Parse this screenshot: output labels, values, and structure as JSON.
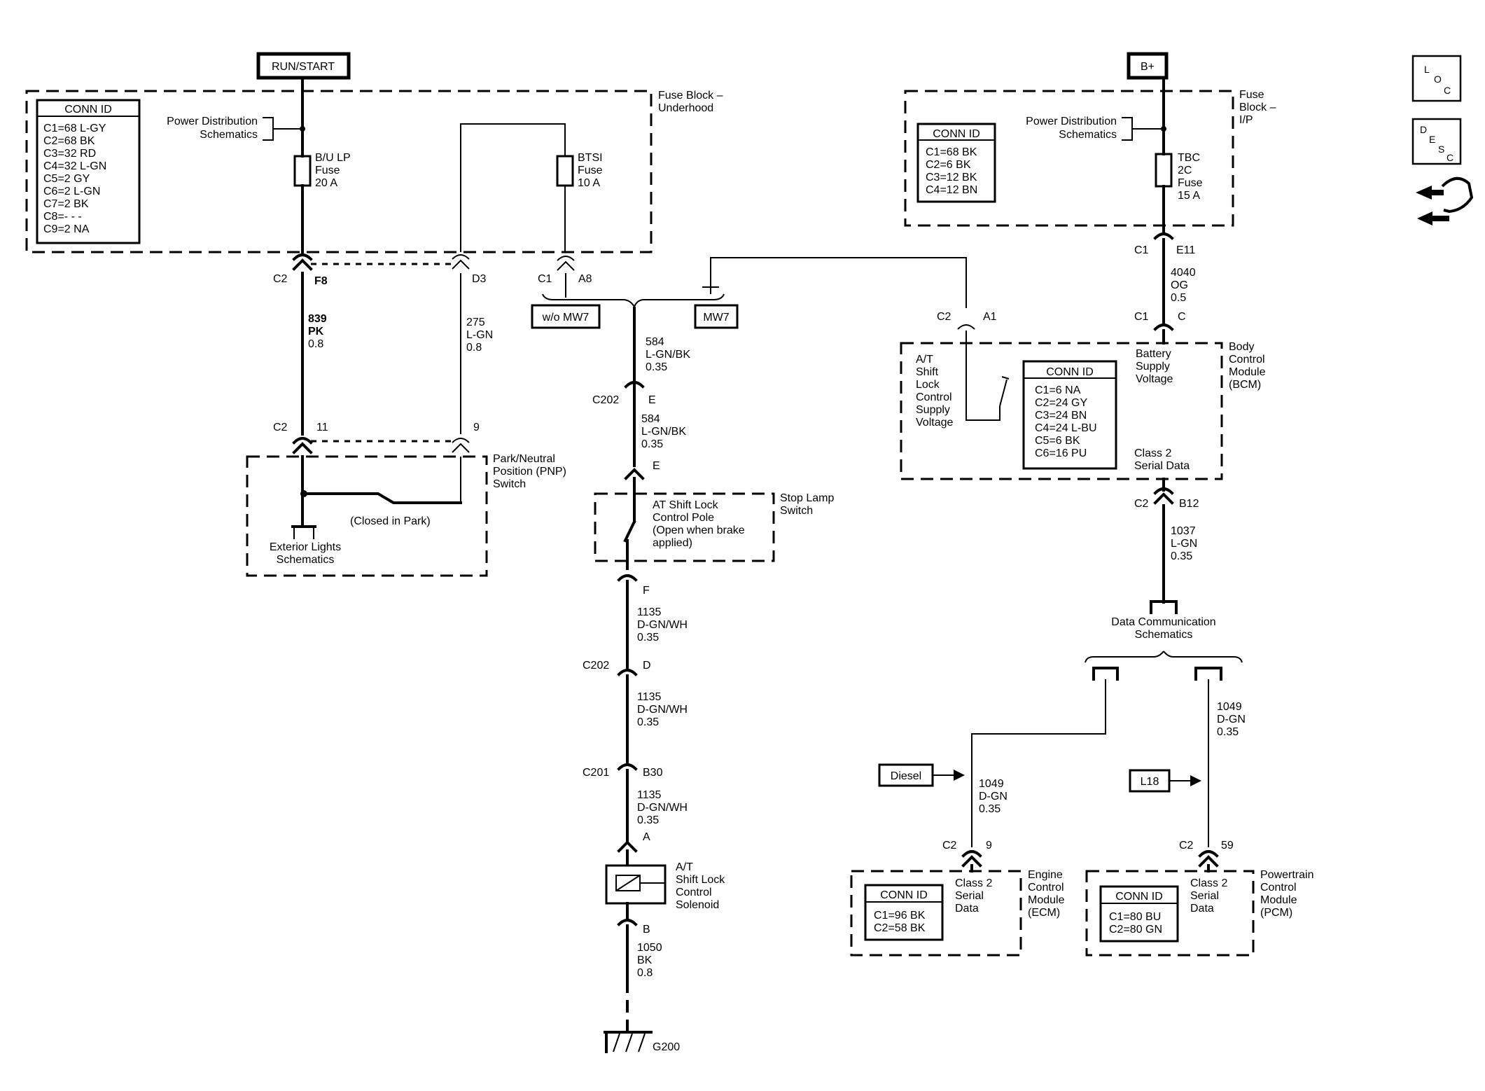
{
  "sources": {
    "run_start": "RUN/START",
    "b_plus": "B+"
  },
  "fuse_block_underhood": {
    "label1": "Fuse Block –",
    "label2": "Underhood",
    "conn_title": "CONN ID",
    "conn": [
      "C1=68 L-GY",
      "C2=68 BK",
      "C3=32 RD",
      "C4=32 L-GN",
      "C5=2 GY",
      "C6=2 L-GN",
      "C7=2 BK",
      "C8=- - -",
      "C9=2 NA"
    ],
    "pd1": "Power Distribution",
    "pd2": "Schematics",
    "fuse1": [
      "B/U LP",
      "Fuse",
      "20 A"
    ],
    "fuse2": [
      "BTSI",
      "Fuse",
      "10 A"
    ]
  },
  "fuse_block_ip": {
    "label": [
      "Fuse",
      "Block –",
      "I/P"
    ],
    "conn_title": "CONN ID",
    "conn": [
      "C1=68 BK",
      "C2=6 BK",
      "C3=12 BK",
      "C4=12 BN"
    ],
    "pd1": "Power Distribution",
    "pd2": "Schematics",
    "fuse": [
      "TBC",
      "2C",
      "Fuse",
      "15 A"
    ]
  },
  "connectors": {
    "c2_f8": [
      "C2",
      "F8"
    ],
    "d3": "D3",
    "c1_a8": [
      "C1",
      "A8"
    ],
    "c2_11": [
      "C2",
      "11"
    ],
    "pin9": "9",
    "c1_e11": [
      "C1",
      "E11"
    ],
    "c1_c": [
      "C1",
      "C"
    ],
    "c2_a1": [
      "C2",
      "A1"
    ],
    "c202_e": [
      "C202",
      "E"
    ],
    "e2": "E",
    "f": "F",
    "c202_d": [
      "C202",
      "D"
    ],
    "c201_b30": [
      "C201",
      "B30"
    ],
    "a": "A",
    "b": "B",
    "c2_b12": [
      "C2",
      "B12"
    ],
    "c2_9": [
      "C2",
      "9"
    ],
    "c2_59": [
      "C2",
      "59"
    ]
  },
  "options": {
    "wo_mw7": "w/o MW7",
    "mw7": "MW7",
    "diesel": "Diesel",
    "l18": "L18"
  },
  "wires": {
    "w839": [
      "839",
      "PK",
      "0.8"
    ],
    "w275": [
      "275",
      "L-GN",
      "0.8"
    ],
    "w584a": [
      "584",
      "L-GN/BK",
      "0.35"
    ],
    "w584b": [
      "584",
      "L-GN/BK",
      "0.35"
    ],
    "w1135a": [
      "1135",
      "D-GN/WH",
      "0.35"
    ],
    "w1135b": [
      "1135",
      "D-GN/WH",
      "0.35"
    ],
    "w1135c": [
      "1135",
      "D-GN/WH",
      "0.35"
    ],
    "w1050": [
      "1050",
      "BK",
      "0.8"
    ],
    "w4040": [
      "4040",
      "OG",
      "0.5"
    ],
    "w1037": [
      "1037",
      "L-GN",
      "0.35"
    ],
    "w1049a": [
      "1049",
      "D-GN",
      "0.35"
    ],
    "w1049b": [
      "1049",
      "D-GN",
      "0.35"
    ]
  },
  "pnp": {
    "label": [
      "Park/Neutral",
      "Position (PNP)",
      "Switch"
    ],
    "closed": "(Closed in Park)",
    "ext": [
      "Exterior Lights",
      "Schematics"
    ]
  },
  "stop_lamp": {
    "label": [
      "Stop Lamp",
      "Switch"
    ],
    "pole": [
      "AT Shift Lock",
      "Control Pole",
      "(Open when brake",
      "applied)"
    ]
  },
  "solenoid": [
    "A/T",
    "Shift Lock",
    "Control",
    "Solenoid"
  ],
  "ground": "G200",
  "bcm": {
    "label": [
      "Body",
      "Control",
      "Module",
      "(BCM)"
    ],
    "shift": [
      "A/T",
      "Shift",
      "Lock",
      "Control",
      "Supply",
      "Voltage"
    ],
    "battery": [
      "Battery",
      "Supply",
      "Voltage"
    ],
    "class2": [
      "Class 2",
      "Serial Data"
    ],
    "conn_title": "CONN ID",
    "conn": [
      "C1=6 NA",
      "C2=24 GY",
      "C3=24 BN",
      "C4=24 L-BU",
      "C5=6 BK",
      "C6=16 PU"
    ]
  },
  "data_comm": [
    "Data Communication",
    "Schematics"
  ],
  "ecm": {
    "label": [
      "Engine",
      "Control",
      "Module",
      "(ECM)"
    ],
    "class2": [
      "Class 2",
      "Serial",
      "Data"
    ],
    "conn_title": "CONN ID",
    "conn": [
      "C1=96 BK",
      "C2=58 BK"
    ]
  },
  "pcm": {
    "label": [
      "Powertrain",
      "Control",
      "Module",
      "(PCM)"
    ],
    "class2": [
      "Class 2",
      "Serial",
      "Data"
    ],
    "conn_title": "CONN ID",
    "conn": [
      "C1=80 BU",
      "C2=80 GN"
    ]
  },
  "side_icons": [
    "loc-icon",
    "desc-icon",
    "connector-hand-icon"
  ]
}
